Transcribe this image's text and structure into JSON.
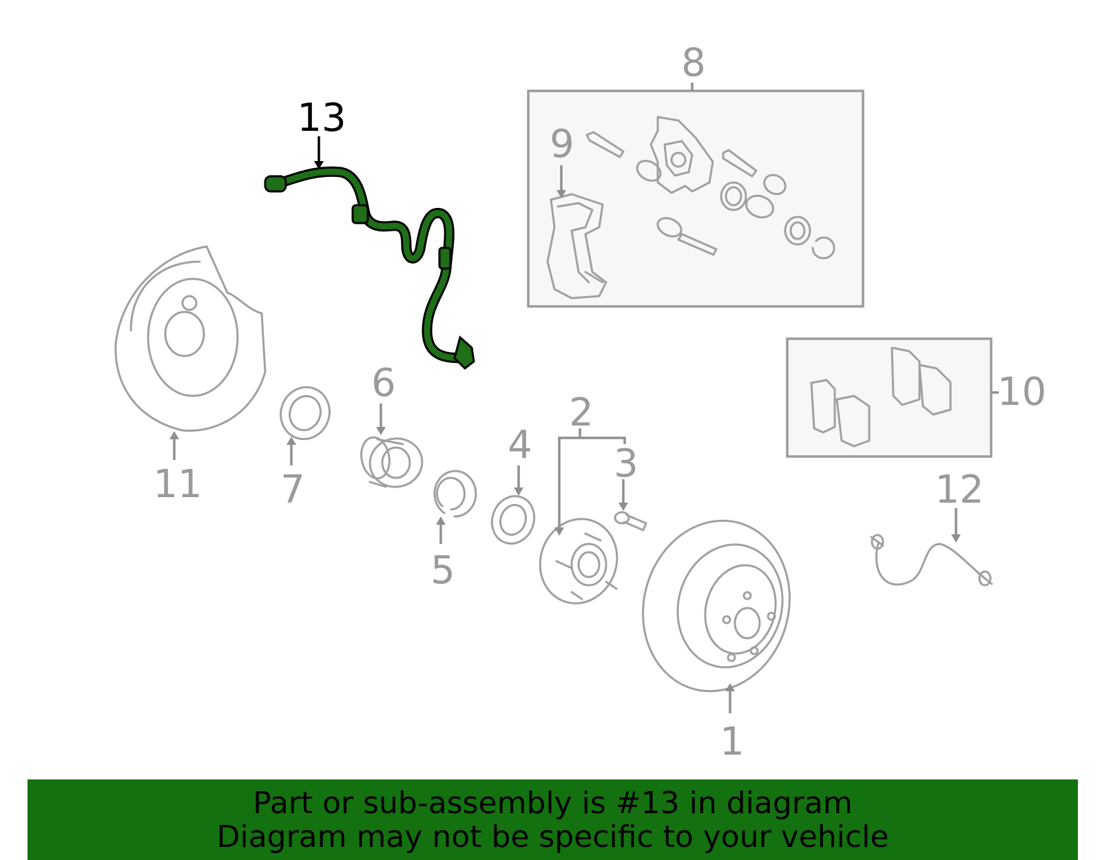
{
  "callouts": {
    "c1": "1",
    "c2": "2",
    "c3": "3",
    "c4": "4",
    "c5": "5",
    "c6": "6",
    "c7": "7",
    "c8": "8",
    "c9": "9",
    "c10": "10",
    "c11": "11",
    "c12": "12",
    "c13": "13"
  },
  "highlighted_part": "13",
  "colors": {
    "highlight_part": "#1f6e18",
    "footer_background": "#14710f",
    "parts_line": "#a0a0a0",
    "callout_text": "#9a9a9a"
  },
  "footer": {
    "line1": "Part or sub-assembly is #13 in diagram",
    "line2": "Diagram may not be specific to your vehicle"
  }
}
